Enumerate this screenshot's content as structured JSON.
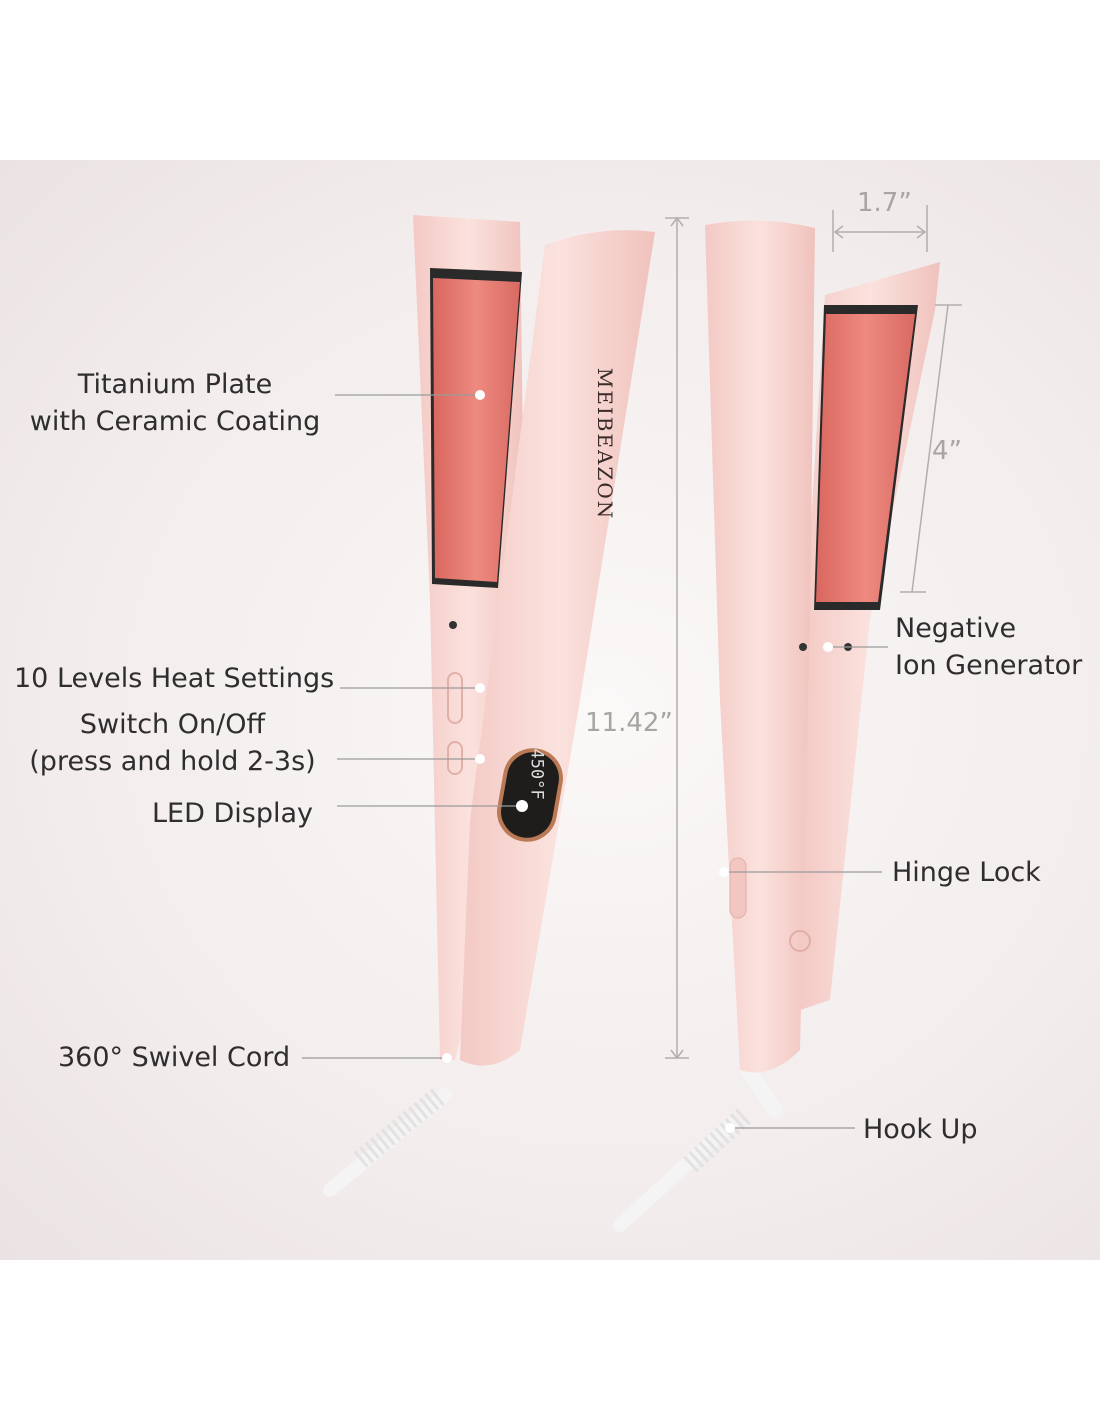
{
  "brand": "MEIBEAZON",
  "led_display_value": "450°F",
  "labels": {
    "titanium_line1": "Titanium Plate",
    "titanium_line2": "with Ceramic Coating",
    "heat_settings": "10 Levels Heat Settings",
    "switch_line1": "Switch On/Off",
    "switch_line2": "(press and hold 2-3s)",
    "led_display": "LED Display",
    "swivel_cord": "360° Swivel Cord",
    "negative_line1": "Negative",
    "negative_line2": "Ion Generator",
    "hinge_lock": "Hinge Lock",
    "hook_up": "Hook Up"
  },
  "dimensions": {
    "length": "11.42”",
    "width": "1.7”",
    "plate_length": "4”"
  },
  "colors": {
    "body": "#f7d6d2",
    "plate": "#e57d74",
    "text": "#2e2e2e",
    "dimension": "#a9a4a4"
  }
}
